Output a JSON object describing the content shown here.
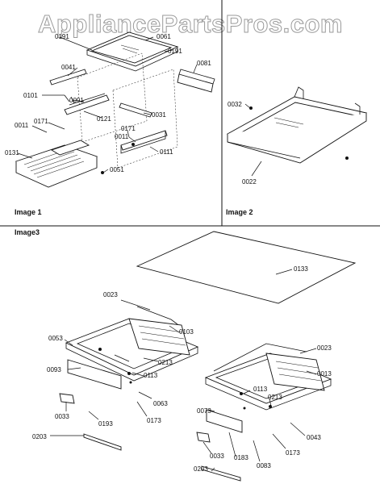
{
  "watermark": "AppliancePartsPros.com",
  "panels": {
    "image1": "Image 1",
    "image2": "Image 2",
    "image3": "Image3"
  },
  "parts": {
    "image1": [
      "0191",
      "0061",
      "0191",
      "0081",
      "0041",
      "0101",
      "0091",
      "0121",
      "0031",
      "0011",
      "0171",
      "0171",
      "0011",
      "0111",
      "0131",
      "0051"
    ],
    "image2": [
      "0032",
      "0022"
    ],
    "image3": [
      "0133",
      "0023",
      "0053",
      "0103",
      "0213",
      "0093",
      "0113",
      "0063",
      "0033",
      "0193",
      "0173",
      "0203",
      "0023",
      "0013",
      "0113",
      "0213",
      "0073",
      "0043",
      "0173",
      "0083",
      "0033",
      "0183",
      "0203"
    ]
  }
}
